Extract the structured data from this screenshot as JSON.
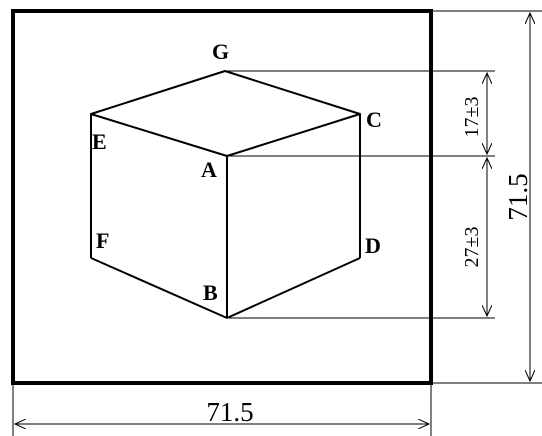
{
  "points": {
    "a": "A",
    "b": "B",
    "c": "C",
    "d": "D",
    "e": "E",
    "f": "F",
    "g": "G"
  },
  "dimensions": {
    "width": "71.5",
    "height": "71.5",
    "upper_offset": "17±3",
    "lower_offset": "27±3"
  }
}
